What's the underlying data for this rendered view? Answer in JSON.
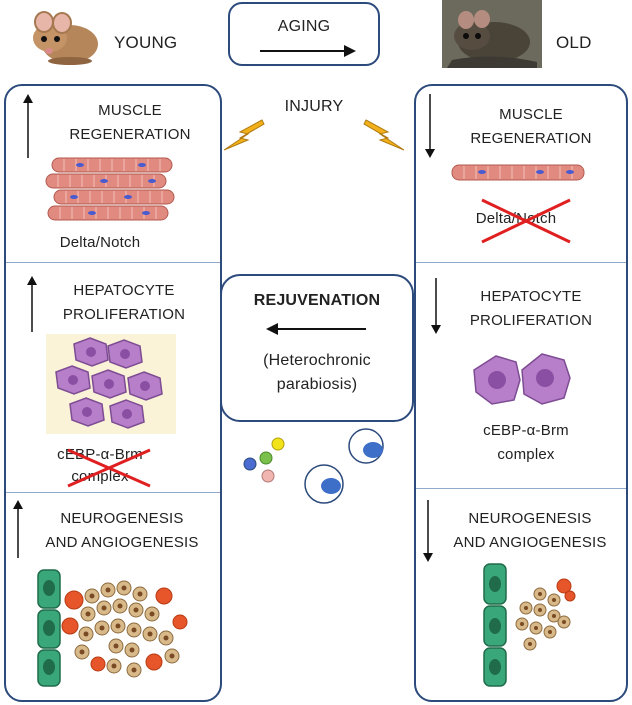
{
  "header": {
    "young": "YOUNG",
    "old": "OLD",
    "aging": "AGING",
    "injury": "INJURY"
  },
  "left_panel": {
    "muscle": [
      "MUSCLE",
      "REGENERATION"
    ],
    "delta_notch": "Delta/Notch",
    "hepatocyte": [
      "HEPATOCYTE",
      "PROLIFERATION"
    ],
    "cebp": [
      "cEBP-α-Brm",
      "complex"
    ],
    "neuro": [
      "NEUROGENESIS",
      "AND  ANGIOGENESIS"
    ]
  },
  "right_panel": {
    "muscle": [
      "MUSCLE",
      "REGENERATION"
    ],
    "delta_notch": "Delta/Notch",
    "hepatocyte": [
      "HEPATOCYTE",
      "PROLIFERATION"
    ],
    "cebp": [
      "cEBP-α-Brm",
      "complex"
    ],
    "neuro": [
      "NEUROGENESIS",
      "AND  ANGIOGENESIS"
    ]
  },
  "center": {
    "rejuvenation": "REJUVENATION",
    "heterochronic": [
      "(Heterochronic",
      "parabiosis)"
    ]
  },
  "colors": {
    "frame": "#2c4a7c",
    "muscle": "#e08a80",
    "hepatocyte": "#b77fc9",
    "neural_green": "#3aa77a",
    "neural_orange": "#e7552a",
    "cross": "#e02020",
    "lightning": "#f2b11a"
  },
  "icons": {
    "young_mouse": "mouse-young-icon",
    "old_mouse": "mouse-old-icon",
    "lightning": "lightning-icon",
    "cross": "red-x-icon"
  }
}
